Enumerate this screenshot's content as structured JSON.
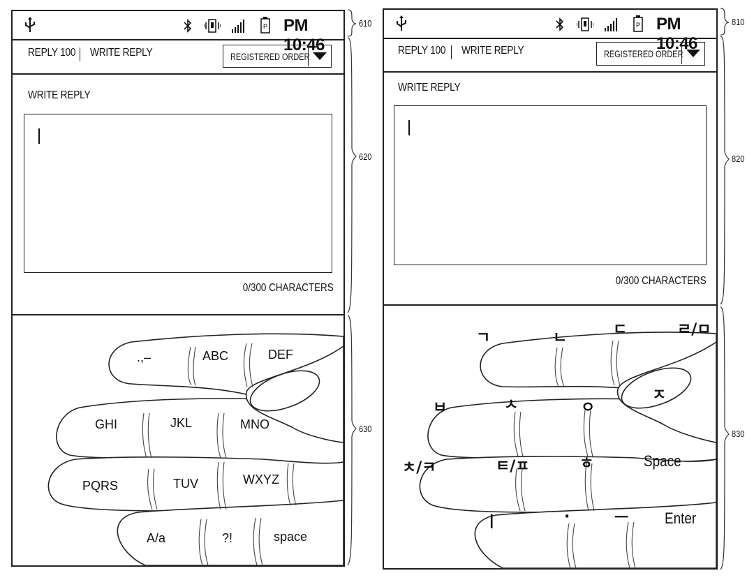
{
  "left_screen": {
    "ref_status": "610",
    "ref_content": "620",
    "ref_keyboard": "630",
    "time": "PM 10:46",
    "tabs": {
      "reply_count": "REPLY 100",
      "write_reply": "WRITE REPLY"
    },
    "sort_select": "REGISTERED ORDER",
    "section_title": "WRITE REPLY",
    "char_count": "0/300 CHARACTERS",
    "keys": [
      ".,–",
      "ABC",
      "DEF",
      "GHI",
      "JKL",
      "MNO",
      "PQRS",
      "TUV",
      "WXYZ",
      "A/a",
      "?!",
      "space"
    ]
  },
  "right_screen": {
    "ref_status": "810",
    "ref_content": "820",
    "ref_keyboard": "830",
    "time": "PM 10:46",
    "tabs": {
      "reply_count": "REPLY 100",
      "write_reply": "WRITE REPLY"
    },
    "sort_select": "REGISTERED ORDER",
    "section_title": "WRITE REPLY",
    "char_count": "0/300 CHARACTERS",
    "keys": [
      "ㄱ",
      "ㄴ",
      "ㄷ",
      "ㄹ/ㅁ",
      "ㅈ",
      "ㅂ",
      "ㅅ",
      "ㅇ",
      "ㅊ/ㅋ",
      "ㅌ/ㅍ",
      "ㅎ",
      "Space",
      "ㅣ",
      "·",
      "ㅡ",
      "Enter"
    ]
  },
  "icons": [
    "usb-icon",
    "bluetooth-icon",
    "vibrate-icon",
    "signal-icon",
    "battery-icon",
    "dropdown-arrow-icon"
  ]
}
